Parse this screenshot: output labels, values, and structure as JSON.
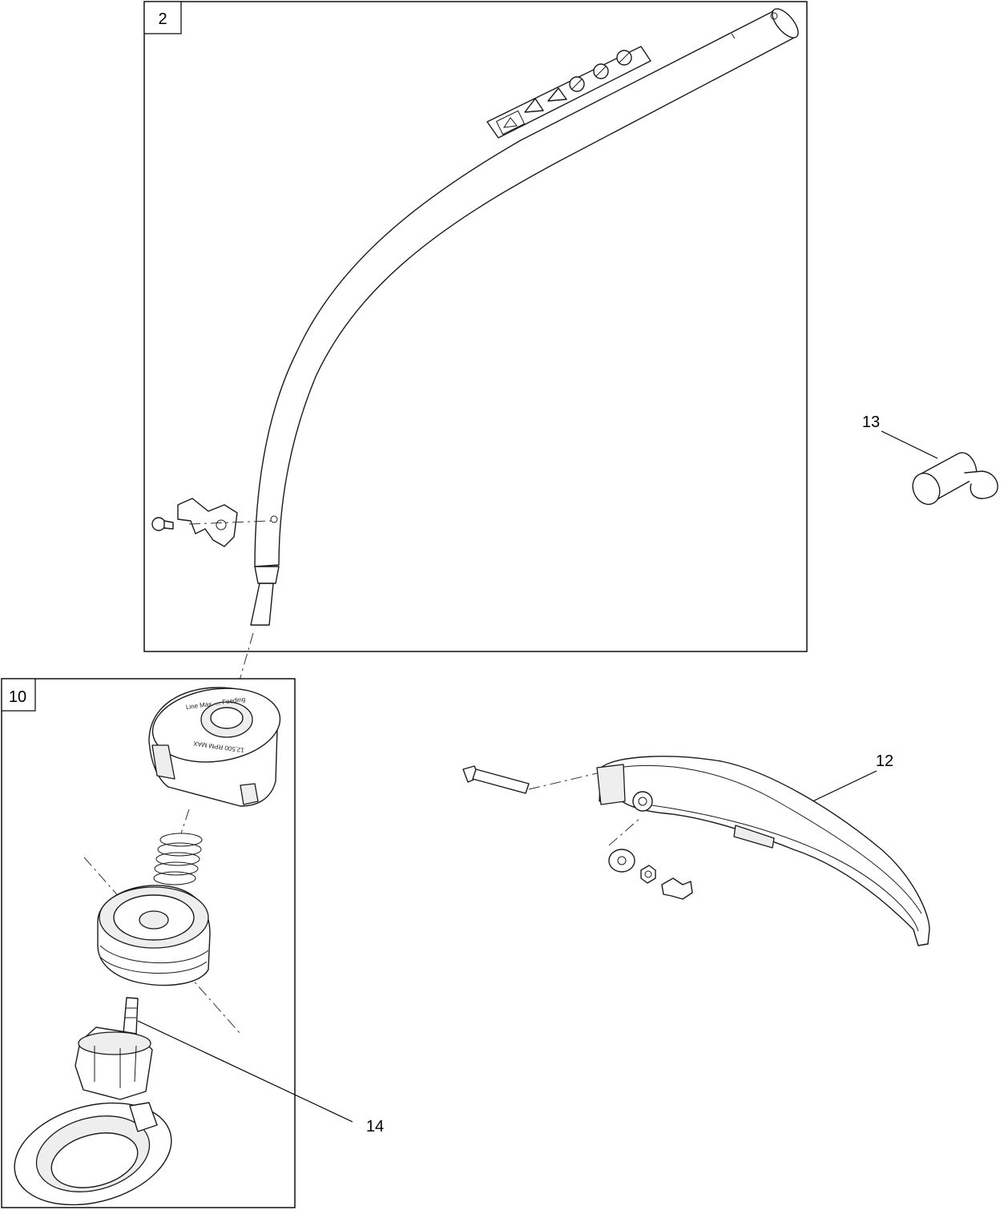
{
  "callouts": {
    "boom": "2",
    "head": "10",
    "handle": "12",
    "hanger": "13",
    "bolt": "14"
  },
  "decal": {
    "icons": [
      "warning-triangle-icon",
      "hazard-icon",
      "hazard-icon",
      "no-bystanders-icon",
      "eye-protection-icon",
      "read-manual-icon"
    ]
  },
  "spool_cap_text": {
    "top": "Line Max. ... Feeding",
    "rpm": "12,500 RPM MAX"
  }
}
